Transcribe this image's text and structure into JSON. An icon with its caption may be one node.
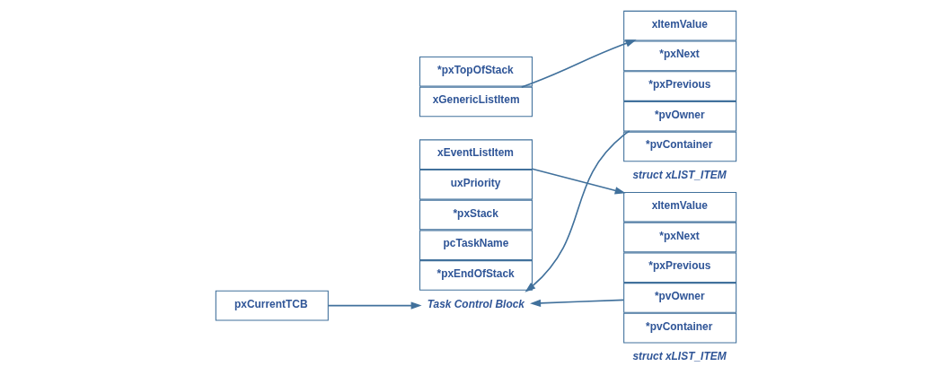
{
  "diagram": {
    "nodes": [
      {
        "text": [
          "*pxTopOfStack"
        ]
      },
      {
        "text": [
          "xGenericListItem"
        ]
      },
      {
        "text": [
          "xEventListItem"
        ]
      },
      {
        "text": [
          "uxPriority"
        ]
      },
      {
        "text": [
          "*pxStack"
        ]
      },
      {
        "text": [
          "pcTaskName"
        ]
      },
      {
        "text": [
          "*pxEndOfStack"
        ]
      },
      {
        "text": [
          "pxCurrentTCB"
        ]
      },
      {
        "text": [
          "Task Control Block"
        ]
      },
      {
        "text": [
          "xItemValue"
        ]
      },
      {
        "text": [
          "*pxNext"
        ]
      },
      {
        "text": [
          "*pxPrevious"
        ]
      },
      {
        "text": [
          "*pvOwner"
        ]
      },
      {
        "text": [
          "*pvContainer"
        ]
      },
      {
        "text": [
          "xItemValue"
        ]
      },
      {
        "text": [
          "*pxNext"
        ]
      },
      {
        "text": [
          "*pxPrevious"
        ]
      },
      {
        "text": [
          "*pvOwner"
        ]
      },
      {
        "text": [
          "*pvContainer"
        ]
      }
    ],
    "edges": [
      {
        "from": 2,
        "to": 9,
        "arrow": "to"
      },
      {
        "from": 1,
        "to": 14,
        "arrow": "to"
      },
      {
        "from": 7,
        "to": 8,
        "arrow": "to"
      },
      {
        "from": 12,
        "to": 8,
        "arrow": "to"
      },
      {
        "from": 17,
        "to": 8,
        "arrow": "to"
      }
    ],
    "labels": [
      "struct xLIST_ITEM",
      "struct xLIST_ITEM"
    ]
  }
}
